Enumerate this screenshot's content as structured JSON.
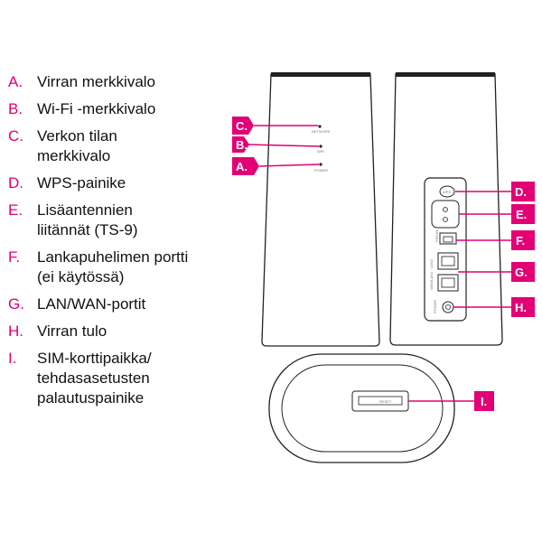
{
  "legend": [
    {
      "letter": "A.",
      "text": "Virran merkkivalo"
    },
    {
      "letter": "B.",
      "text": "Wi-Fi -merkkivalo"
    },
    {
      "letter": "C.",
      "text": "Verkon tilan merkkivalo"
    },
    {
      "letter": "D.",
      "text": "WPS-painike"
    },
    {
      "letter": "E.",
      "text": "Lisäantennien liitännät (TS-9)"
    },
    {
      "letter": "F.",
      "text": "Lankapuhelimen portti (ei käytössä)"
    },
    {
      "letter": "G.",
      "text": "LAN/WAN-portit"
    },
    {
      "letter": "H.",
      "text": "Virran tulo"
    },
    {
      "letter": "I.",
      "text": "SIM-korttipaikka/ tehdasasetusten palautuspainike"
    }
  ],
  "tags": {
    "a": "A.",
    "b": "B.",
    "c": "C.",
    "d": "D.",
    "e": "E.",
    "f": "F.",
    "g": "G.",
    "h": "H.",
    "i": "I."
  },
  "front_labels": {
    "network": "NETWORK",
    "wifi": "WiFi",
    "power": "POWER"
  },
  "back_labels": {
    "wps": "WPS",
    "phone": "PHONE",
    "lanwan": "WAN/LAN1 · LAN2",
    "power": "POWER"
  },
  "bottom_labels": {
    "reset": "RESET"
  },
  "colors": {
    "accent": "#e20074",
    "outline": "#222222"
  }
}
